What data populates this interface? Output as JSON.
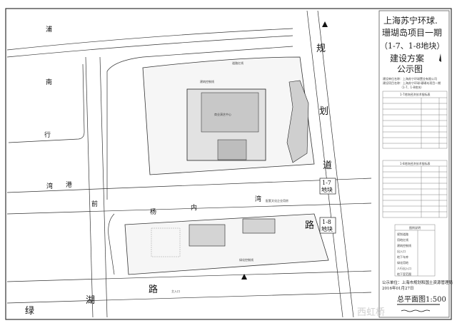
{
  "title": {
    "line1": "上海苏宁环球.",
    "line2": "珊瑚岛项目一期",
    "line3": "（1-7、1-8地块）",
    "line4": "建设方案",
    "line5": "公示图"
  },
  "applicant": {
    "line1": "建设单位名称：上海苏宁环球置业有限公司",
    "line2": "建设项目名称：上海苏宁环球·珊瑚岛项目一期",
    "line3": "（1-7、1-8地块）"
  },
  "tables": {
    "table1_title": "1-7地块经济技术指标表",
    "table2_title": "1-8地块经济技术指标表",
    "legend_title": "图例说明",
    "legend_items": [
      "规划道路",
      "用地红线",
      "建筑控制线",
      "出入口",
      "地下车库",
      "绿化用地",
      "人行出入口",
      "地下室范围"
    ]
  },
  "publisher": {
    "unit": "公示单位：上海市规划和国土资源管理局",
    "date": "2016年01月27日"
  },
  "scale_label": "总平面图1:500",
  "roads": {
    "right_1": "规",
    "right_2": "划",
    "right_3": "道",
    "right_4": "路",
    "bottom_1": "绿",
    "bottom_2": "湖",
    "bottom_3": "路",
    "mid_1": "湾",
    "mid_2": "前",
    "mid_3": "杨",
    "mid_4": "内",
    "mid_5": "湾",
    "left_1": "浦",
    "left_2": "南",
    "left_3": "行",
    "left_4": "港"
  },
  "plots": {
    "plot_a_1": "1-7",
    "plot_a_2": "地块",
    "plot_b_1": "1-8",
    "plot_b_2": "地块"
  },
  "annotations": {
    "main_building": "商业演艺中心",
    "entrance": "主入口",
    "redline": "道路红线",
    "control_line": "建筑控制线",
    "culture": "配套文化企业用房",
    "green_line": "绿化控制线"
  },
  "watermark": "西虹桥"
}
